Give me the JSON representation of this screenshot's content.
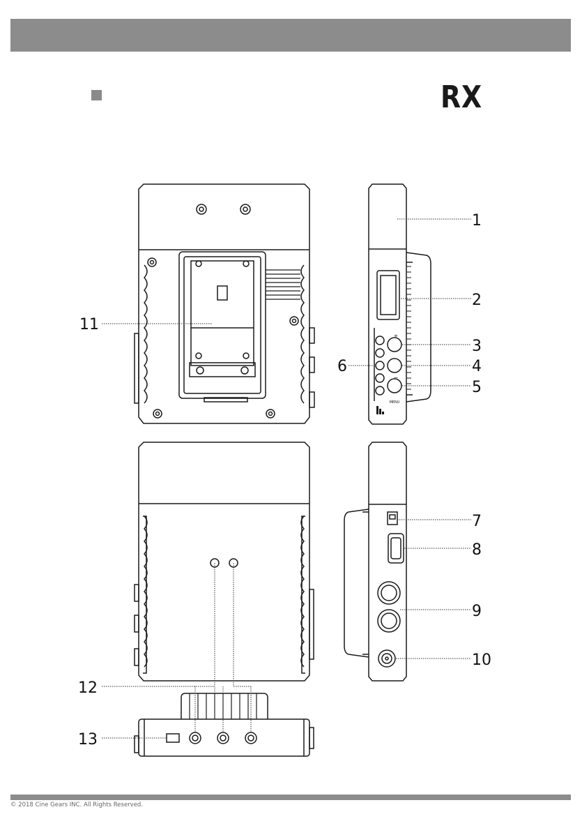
{
  "header": {
    "bar_color": "#8c8c8c"
  },
  "model_label": "RX",
  "callouts": [
    "1",
    "2",
    "3",
    "4",
    "5",
    "6",
    "7",
    "8",
    "9",
    "10",
    "11",
    "12",
    "13"
  ],
  "device_labels": {
    "menu": "MENU",
    "plus": "+",
    "minus": "−"
  },
  "footer": {
    "copyright": "© 2018 Cine Gears INC. All Rights Reserved."
  }
}
